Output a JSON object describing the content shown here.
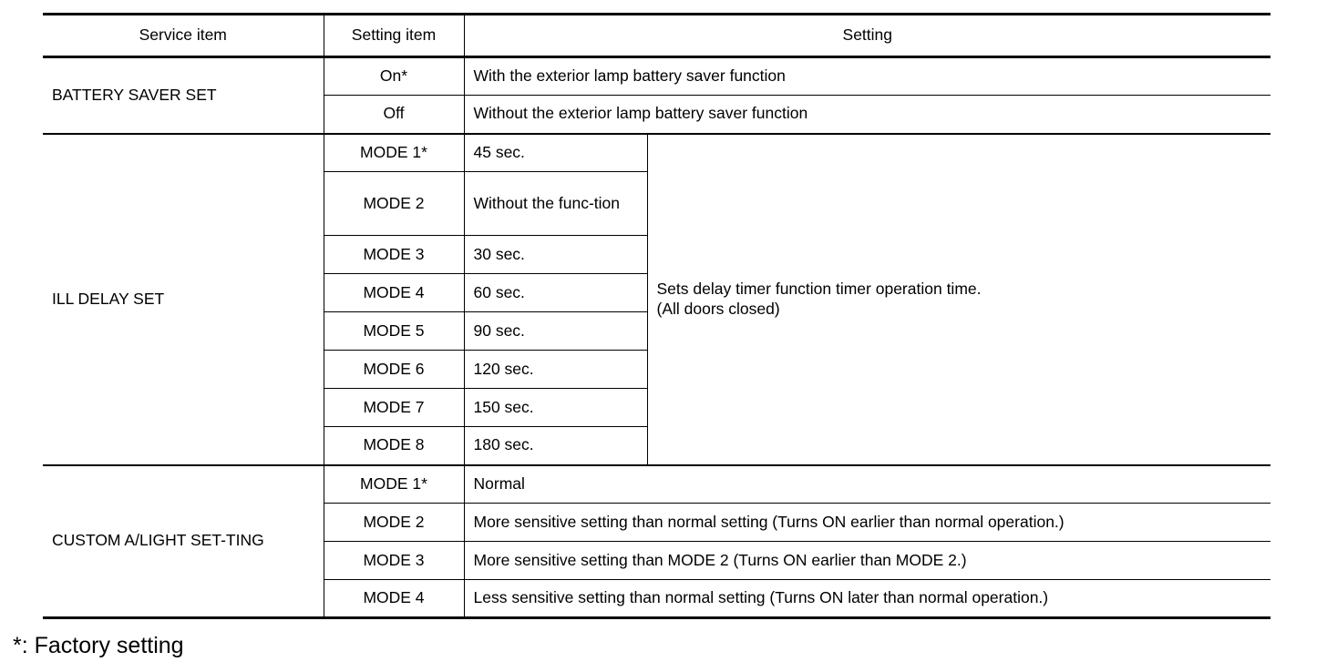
{
  "table": {
    "columns": {
      "service_item": "Service item",
      "setting_item": "Setting item",
      "setting": "Setting"
    },
    "sections": [
      {
        "service_item": "BATTERY SAVER SET",
        "rows": [
          {
            "setting_item": "On*",
            "setting": "With the exterior lamp battery saver function"
          },
          {
            "setting_item": "Off",
            "setting": "Without the exterior lamp battery saver function"
          }
        ]
      },
      {
        "service_item": "ILL DELAY SET",
        "description_line1": "Sets delay timer function timer operation time.",
        "description_line2": "(All doors closed)",
        "rows": [
          {
            "setting_item": "MODE 1*",
            "value": "45 sec."
          },
          {
            "setting_item": "MODE 2",
            "value": "Without the func-tion"
          },
          {
            "setting_item": "MODE 3",
            "value": "30 sec."
          },
          {
            "setting_item": "MODE 4",
            "value": "60 sec."
          },
          {
            "setting_item": "MODE 5",
            "value": "90 sec."
          },
          {
            "setting_item": "MODE 6",
            "value": "120 sec."
          },
          {
            "setting_item": "MODE 7",
            "value": "150 sec."
          },
          {
            "setting_item": "MODE 8",
            "value": "180 sec."
          }
        ]
      },
      {
        "service_item": "CUSTOM A/LIGHT SET-TING",
        "rows": [
          {
            "setting_item": "MODE 1*",
            "setting": "Normal"
          },
          {
            "setting_item": "MODE 2",
            "setting": "More sensitive setting than normal setting (Turns ON earlier than normal operation.)"
          },
          {
            "setting_item": "MODE 3",
            "setting": "More sensitive setting than MODE 2 (Turns ON earlier than MODE 2.)"
          },
          {
            "setting_item": "MODE 4",
            "setting": "Less sensitive setting than normal setting (Turns ON later than normal operation.)"
          }
        ]
      }
    ]
  },
  "footnote": "*: Factory setting"
}
